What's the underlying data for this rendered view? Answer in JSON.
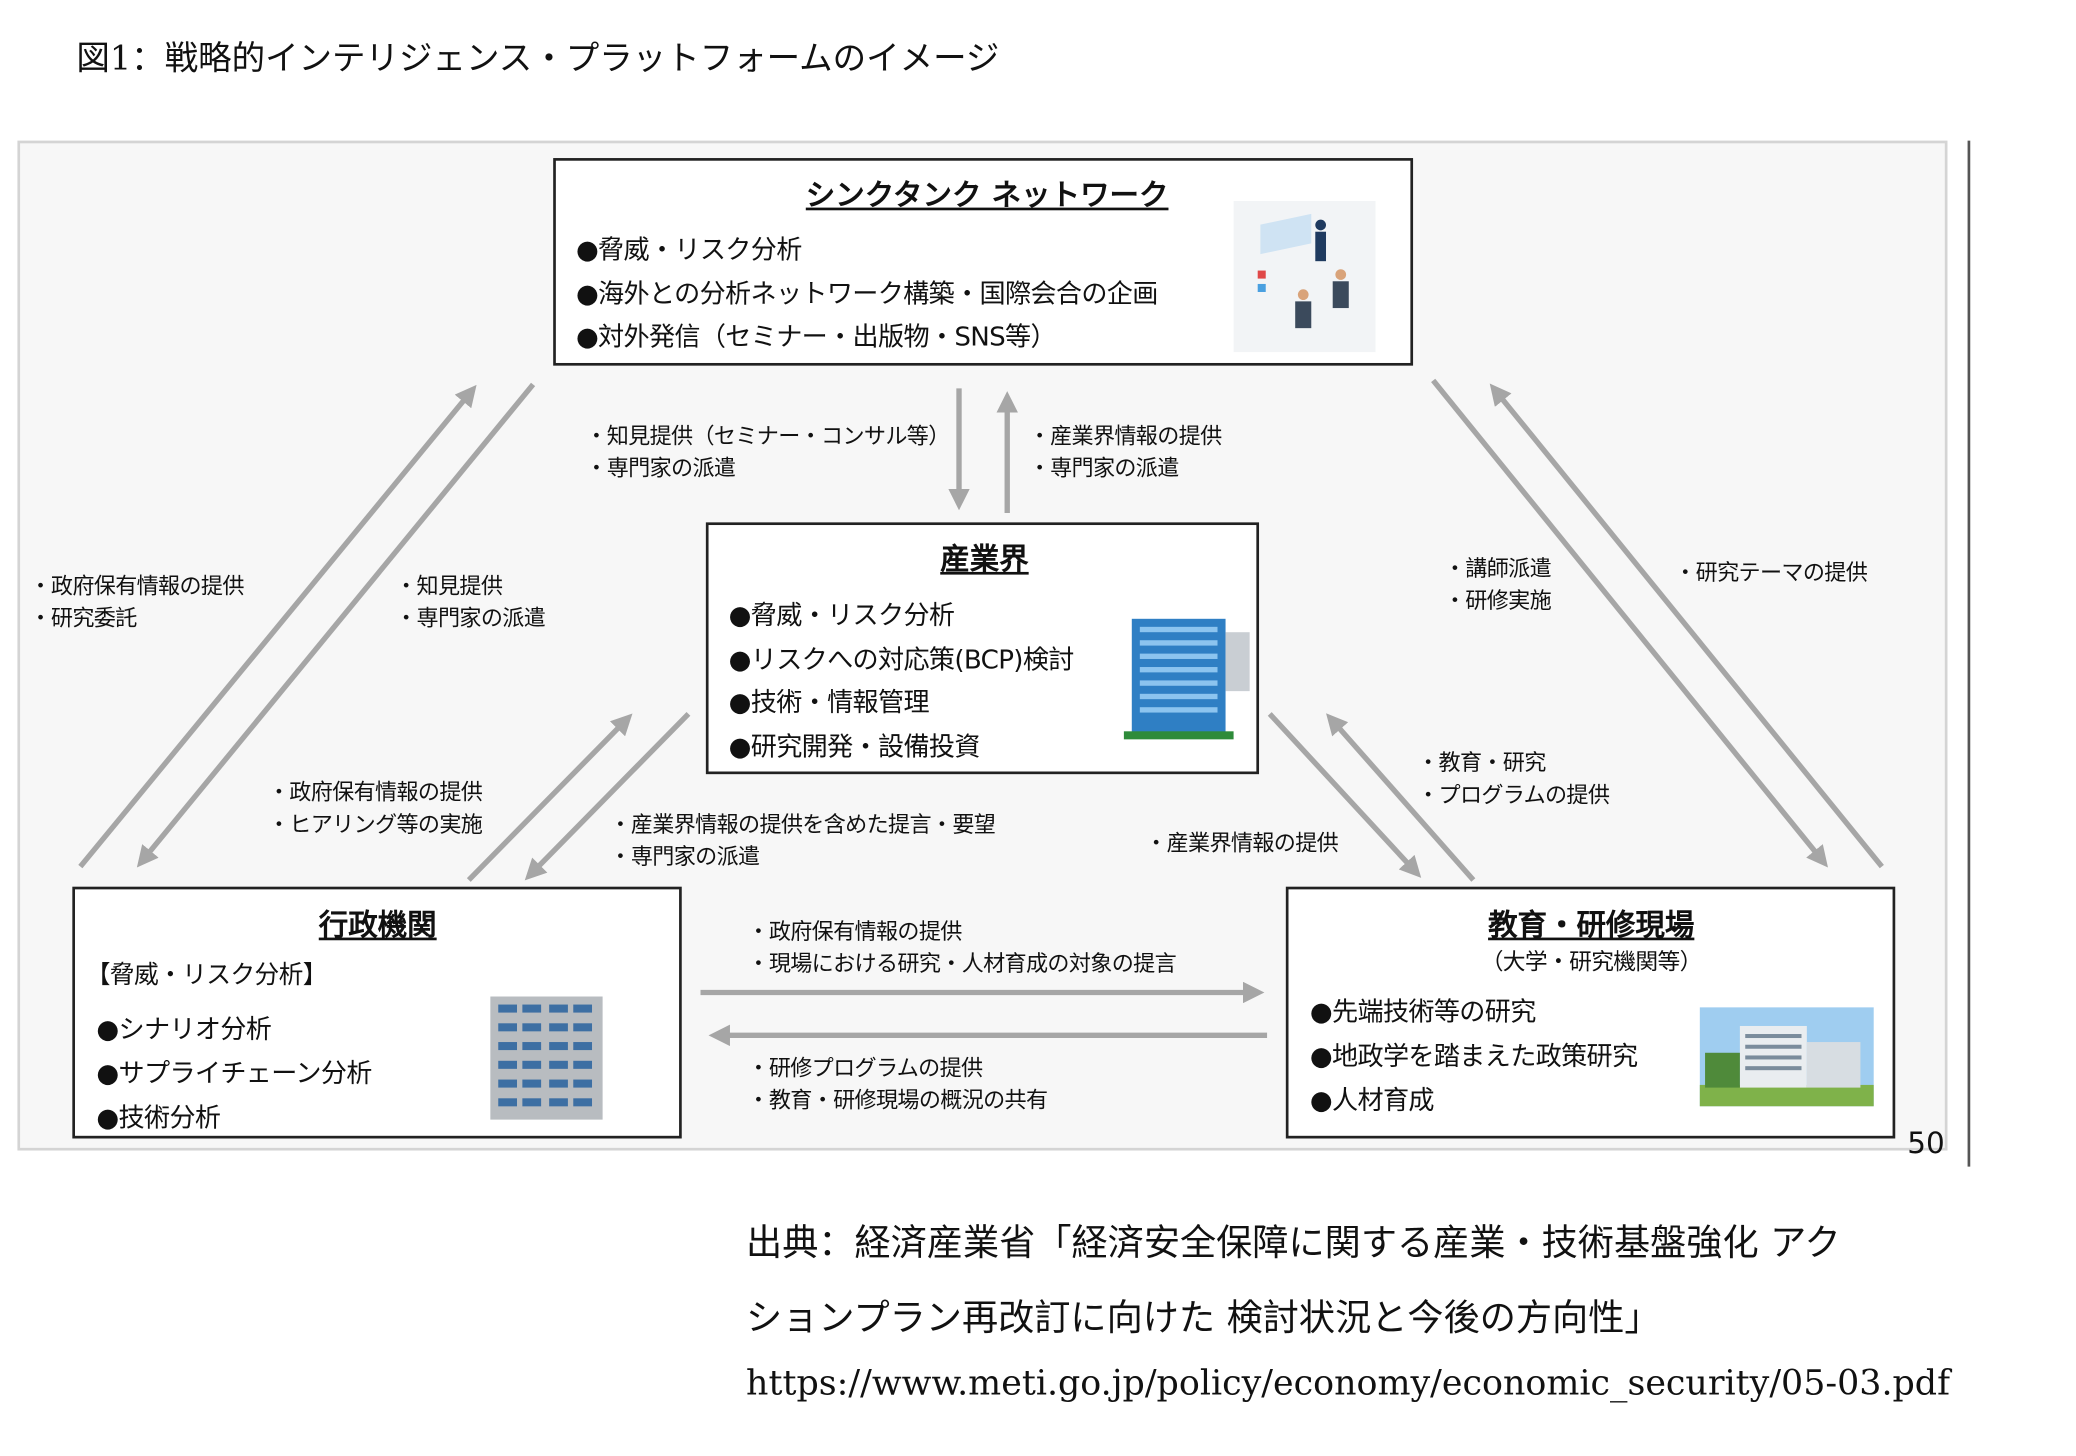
{
  "title": "図1：戦略的インテリジェンス・プラットフォームのイメージ",
  "boxes": {
    "think_tank": {
      "title": "シンクタンク ネットワーク",
      "items": [
        "●脅威・リスク分析",
        "●海外との分析ネットワーク構築・国際会合の企画",
        "●対外発信（セミナー・出版物・SNS等）"
      ]
    },
    "industry": {
      "title": "産業界",
      "items": [
        "●脅威・リスク分析",
        "●リスクへの対応策(BCP)検討",
        "●技術・情報管理",
        "●研究開発・設備投資"
      ]
    },
    "government": {
      "title": "行政機関",
      "subtitle": "【脅威・リスク分析】",
      "items": [
        "●シナリオ分析",
        "●サプライチェーン分析",
        "●技術分析"
      ]
    },
    "education": {
      "title": "教育・研修現場",
      "subtitle": "（大学・研究機関等）",
      "items": [
        "●先端技術等の研究",
        "●地政学を踏まえた政策研究",
        "●人材育成"
      ]
    }
  },
  "labels": {
    "tt_to_ind": [
      "・知見提供（セミナー・コンサル等）",
      "・専門家の派遣"
    ],
    "ind_to_tt": [
      "・産業界情報の提供",
      "・専門家の派遣"
    ],
    "gov_to_tt": [
      "・政府保有情報の提供",
      "・研究委託"
    ],
    "tt_to_gov": [
      "・知見提供",
      "・専門家の派遣"
    ],
    "tt_to_edu": [
      "・講師派遣",
      "・研修実施"
    ],
    "edu_to_tt": [
      "・研究テーマの提供"
    ],
    "gov_to_ind": [
      "・政府保有情報の提供",
      "・ヒアリング等の実施"
    ],
    "ind_to_gov": [
      "・産業界情報の提供を含めた提言・要望",
      "・専門家の派遣"
    ],
    "edu_to_ind": [
      "・教育・研究",
      "・プログラムの提供"
    ],
    "ind_to_edu": [
      "・産業界情報の提供"
    ],
    "gov_to_edu": [
      "・政府保有情報の提供",
      "・現場における研究・人材育成の対象の提言"
    ],
    "edu_to_gov": [
      "・研修プログラムの提供",
      "・教育・研修現場の概況の共有"
    ]
  },
  "page_number": "50",
  "source": {
    "line1": "出典：経済産業省「経済安全保障に関する産業・技術基盤強化 アク",
    "line2": "ションプラン再改訂に向けた 検討状況と今後の方向性」",
    "url": "https://www.meti.go.jp/policy/economy/economic_security/05-03.pdf"
  },
  "colors": {
    "arrow": "#a6a6a6",
    "building_blue": "#2f7fc4",
    "frame_bg": "#f7f7f7"
  }
}
